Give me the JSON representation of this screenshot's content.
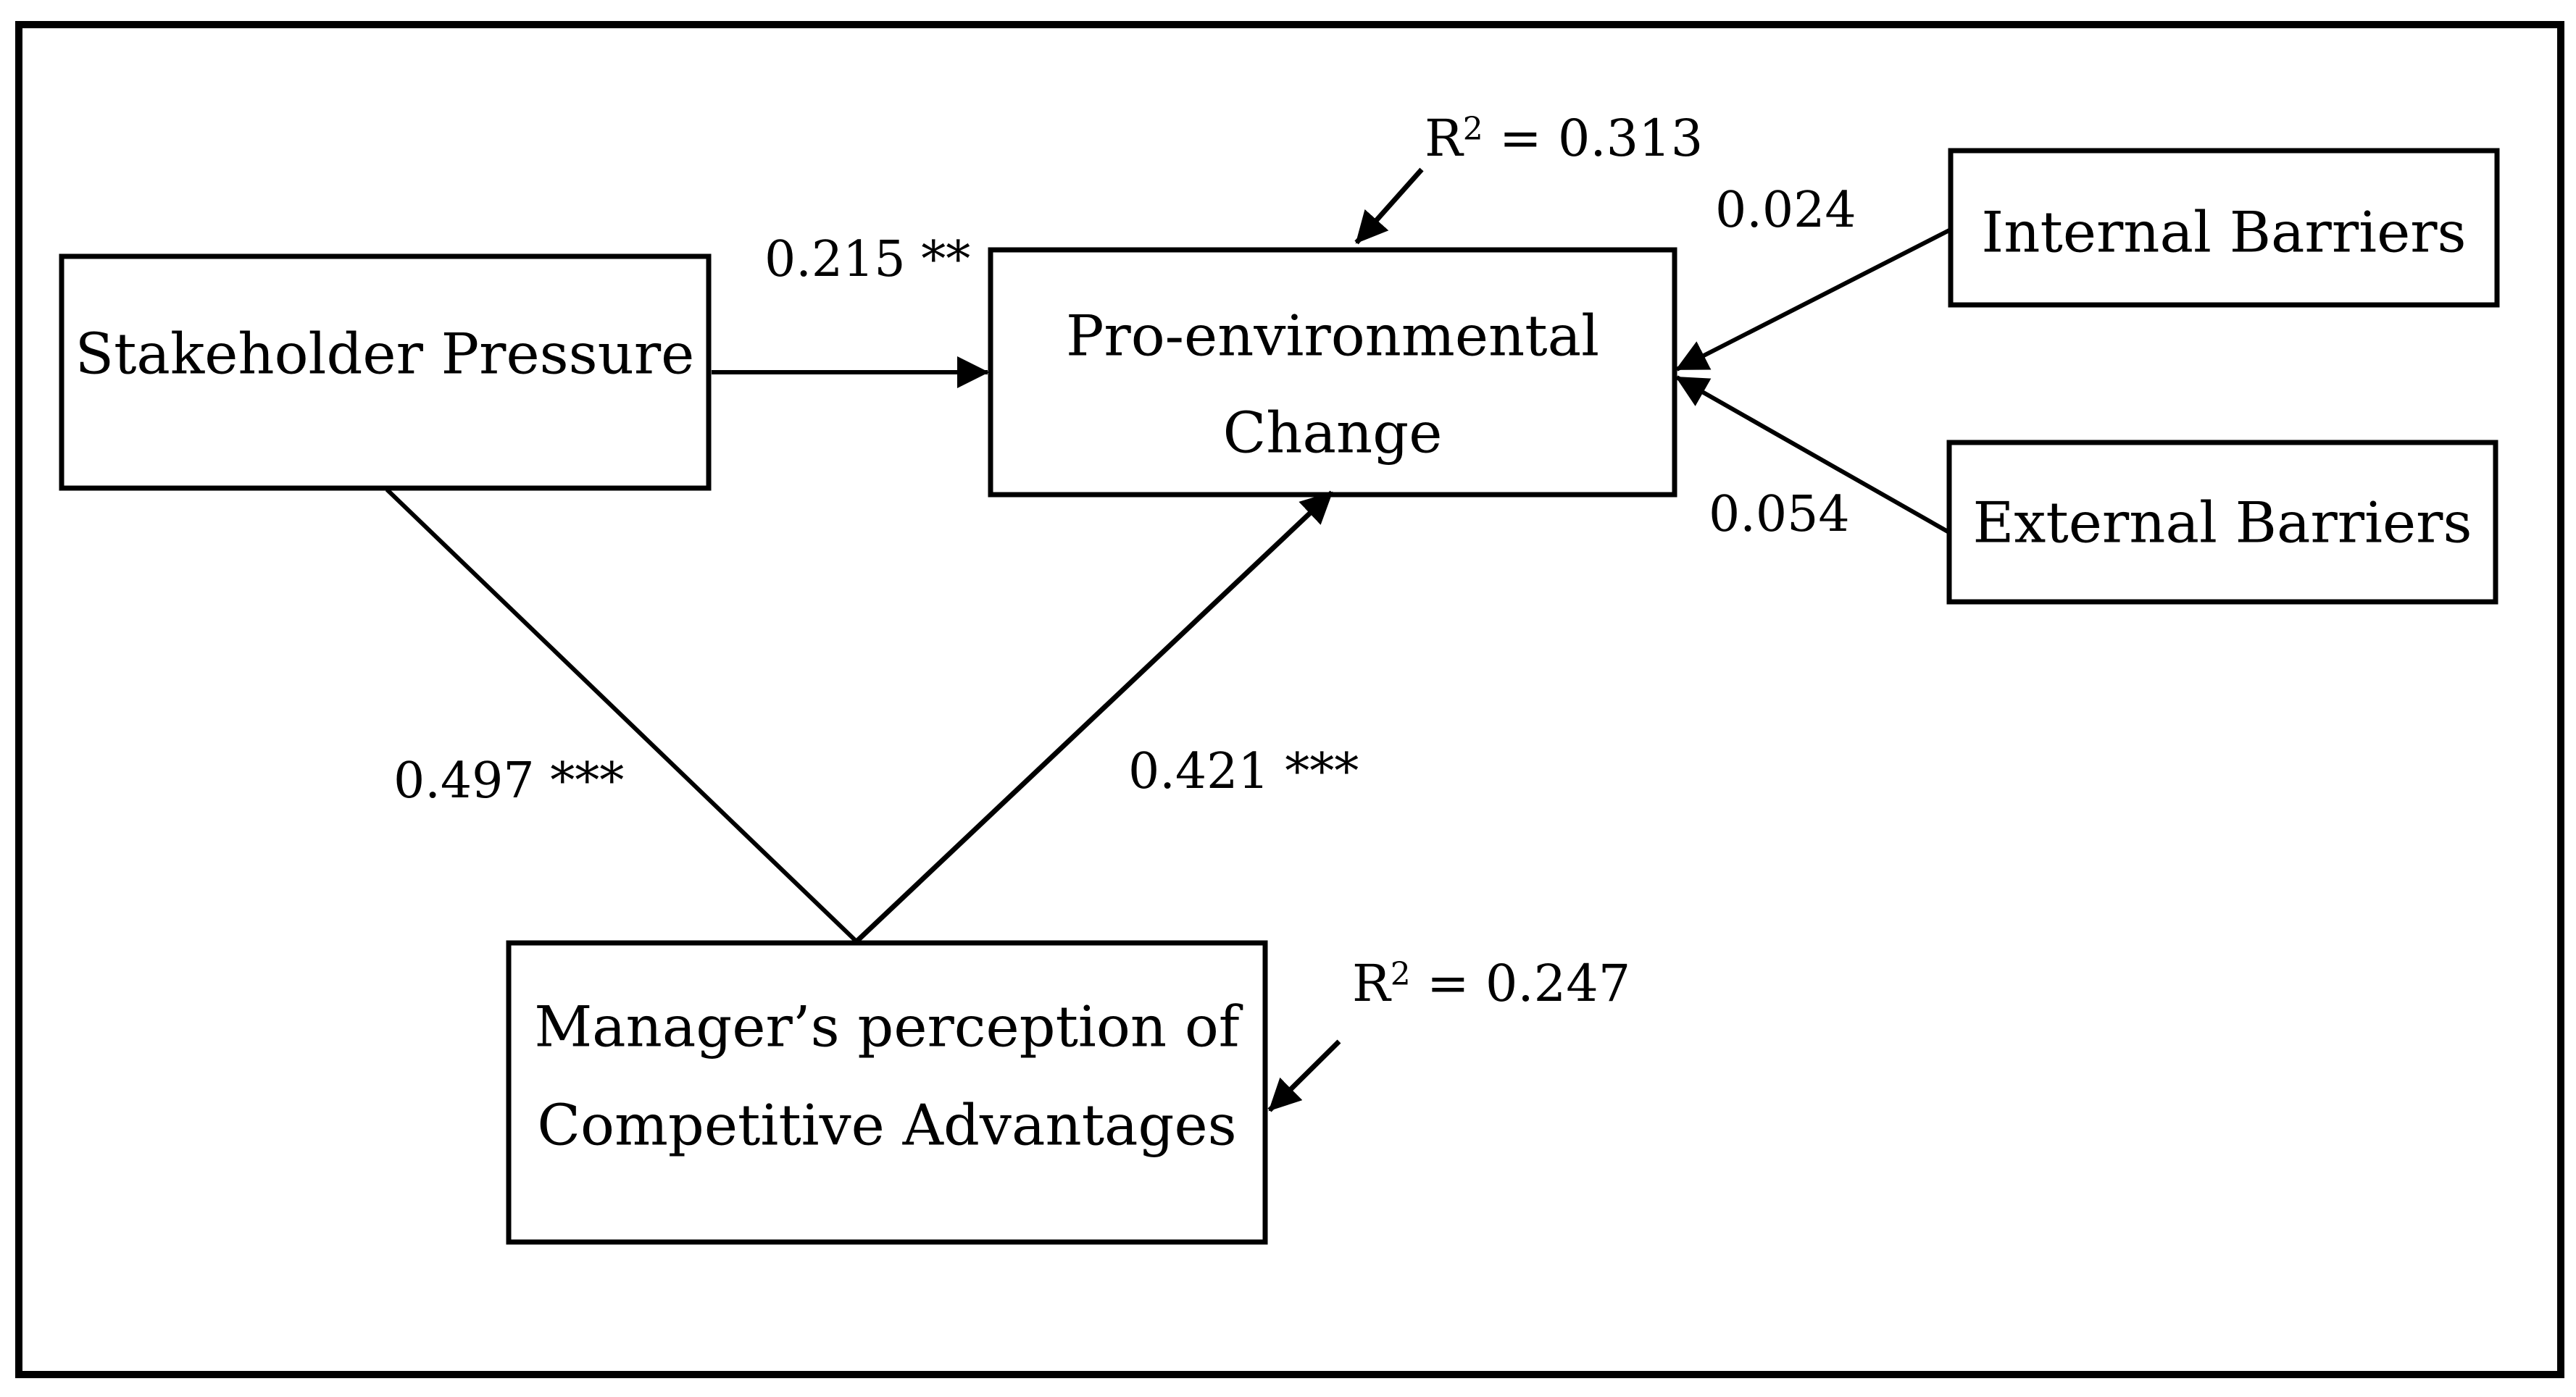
{
  "diagram": {
    "nodes": {
      "stakeholder": {
        "label": "Stakeholder Pressure"
      },
      "pro_env": {
        "label_line1": "Pro-environmental",
        "label_line2": "Change"
      },
      "internal": {
        "label": "Internal Barriers"
      },
      "external": {
        "label": "External Barriers"
      },
      "manager": {
        "label_line1": "Manager’s perception of",
        "label_line2": "Competitive Advantages"
      }
    },
    "paths": {
      "stakeholder_to_proenv": "0.215 **",
      "internal_to_proenv": "0.024",
      "external_to_proenv": "0.054",
      "stakeholder_to_manager": "0.497 ***",
      "manager_to_proenv": "0.421 ***"
    },
    "r_squared": {
      "pro_env": {
        "symbol": "R",
        "sup": "2",
        "value": " = 0.313"
      },
      "manager": {
        "symbol": "R",
        "sup": "2",
        "value": " = 0.247"
      }
    }
  }
}
